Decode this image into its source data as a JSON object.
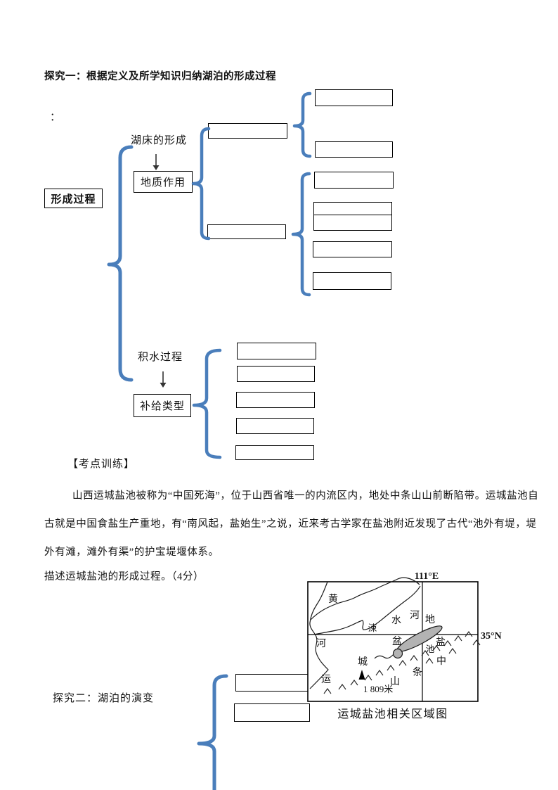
{
  "colors": {
    "brace_blue": "#4A7EBB",
    "lake_gray": "#B3B3B3",
    "ink": "#111111"
  },
  "sections": {
    "one": {
      "title": "探究一：根据定义及所学知识归纳湖泊的形成过程",
      "colon": "："
    },
    "two": {
      "title": "探究二：湖泊的演变"
    }
  },
  "flowchart": {
    "root_label": "形成过程",
    "lakebed_label": "湖床的形成",
    "geology_label": "地质作用",
    "accumulation_label": "积水过程",
    "recharge_label": "补给类型"
  },
  "training": {
    "header": "【考点训练】",
    "line1": "山西运城盐池被称为“中国死海”，位于山西省唯一的内流区内，地处中条山山前断陷带。运城盐池自",
    "line2": "古就是中国食盐生产重地，有“南风起，盐始生”之说，近来考古学家在盐池附近发现了古代“池外有堤，堤",
    "line3": "外有滩，滩外有渠”的护宝堤堰体系。",
    "question": "描述运城盐池的形成过程。（4分）"
  },
  "map": {
    "lon": "111°E",
    "lat": "35°N",
    "chars": {
      "huang": "黄",
      "he1": "河",
      "su": "涑",
      "shui": "水",
      "he2": "河",
      "yun": "运",
      "cheng": "城",
      "pen": "盆",
      "di": "地",
      "yan": "盐",
      "chi": "池",
      "zhong": "中",
      "tiao": "条",
      "shan": "山"
    },
    "peak": "1 809米",
    "caption": "运城盐池相关区域图"
  }
}
